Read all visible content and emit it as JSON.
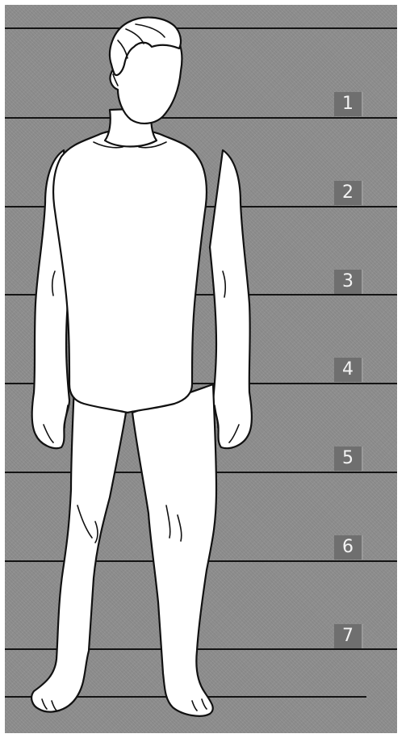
{
  "markers": [
    "1",
    "2",
    "3",
    "4",
    "5",
    "6",
    "7"
  ],
  "colors": {
    "background": "#8e8e8e",
    "lines": "#141414",
    "badge": "#6f6f6f",
    "badge_text": "#f4f4f4",
    "figure_fill": "#ffffff",
    "figure_outline": "#111111"
  }
}
